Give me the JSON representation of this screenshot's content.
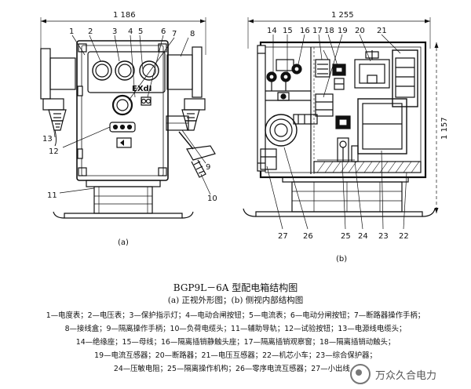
{
  "diagram": {
    "dim_left": "1 186",
    "dim_right": "1 255",
    "dim_height": "1 157",
    "nameplate": "EXdI",
    "view_a": "(a)",
    "view_b": "(b)",
    "left_callouts": [
      "1",
      "2",
      "3",
      "4",
      "5",
      "6",
      "7",
      "8",
      "13",
      "12",
      "11",
      "9",
      "10"
    ],
    "right_callouts": [
      "14",
      "15",
      "16",
      "17",
      "18",
      "19",
      "20",
      "21",
      "27",
      "26",
      "25",
      "24",
      "23",
      "22"
    ]
  },
  "caption": {
    "title": "BGP9L－6A 型配电箱结构图",
    "subtitle": "(a) 正视外形图；(b) 侧视内部结构图",
    "legend": [
      "1—电度表；2—电压表；3—保护指示灯；4—电动合闸按钮；5—电流表；6—电动分闸按钮；7—断路器操作手柄；",
      "8—接线盒；9—隔离操作手柄；10—负荷电缆头；11—辅助导轨；12—试验按钮；13—电源线电缆头；",
      "14—绝缘座；15—母线；16—隔离插销静触头座；17—隔离插销观察窗；18—隔离插销动触头；",
      "19—电流互感器；20—断路器；21—电压互感器；22—机芯小车；23—综合保护器；",
      "24—压敏电阻；25—隔离操作机构；26—零序电流互感器；27—小出线嘴"
    ]
  },
  "watermark": "万众久合电力"
}
